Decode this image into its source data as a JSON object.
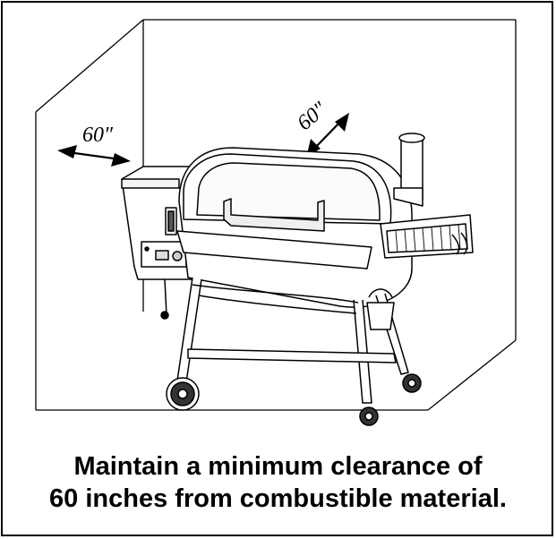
{
  "labels": {
    "left_clearance": "60″",
    "back_clearance": "60″"
  },
  "caption": {
    "line1": "Maintain a minimum clearance of",
    "line2": "60 inches from combustible material."
  }
}
